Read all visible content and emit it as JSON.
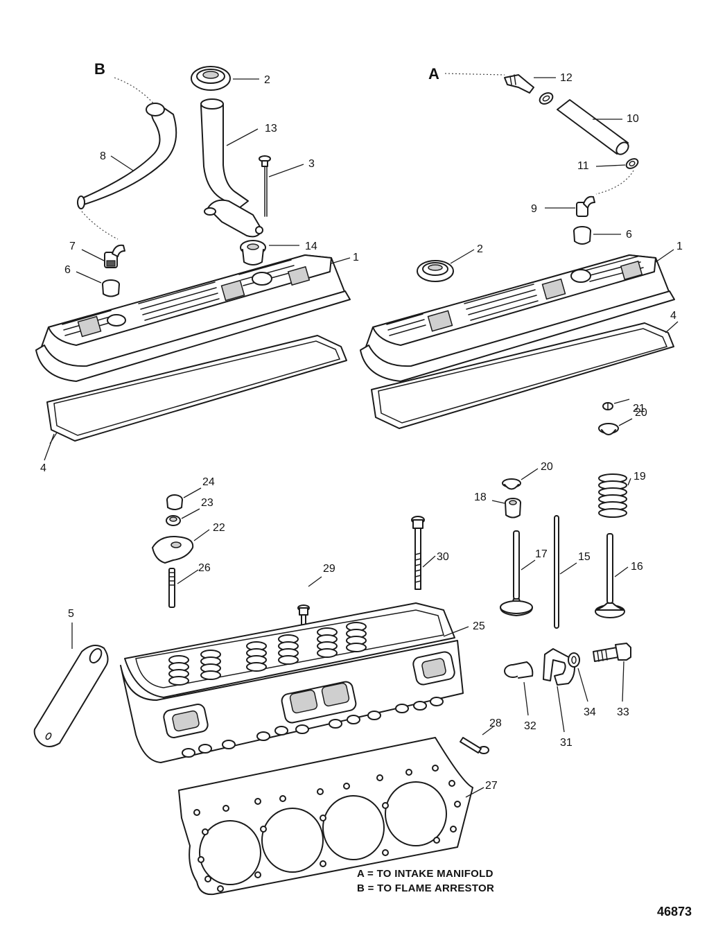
{
  "labels": {
    "A": "A",
    "B": "B",
    "n1": "1",
    "n2": "2",
    "n3": "3",
    "n4": "4",
    "n5": "5",
    "n6": "6",
    "n7": "7",
    "n8": "8",
    "n9": "9",
    "n10": "10",
    "n11": "11",
    "n12": "12",
    "n13": "13",
    "n14": "14",
    "n15": "15",
    "n16": "16",
    "n17": "17",
    "n18": "18",
    "n19": "19",
    "n20": "20",
    "n21": "21",
    "n22": "22",
    "n23": "23",
    "n24": "24",
    "n25": "25",
    "n26": "26",
    "n27": "27",
    "n28": "28",
    "n29": "29",
    "n30": "30",
    "n31": "31",
    "n32": "32",
    "n33": "33",
    "n34": "34"
  },
  "legend": {
    "a": "A = TO INTAKE MANIFOLD",
    "b": "B = TO FLAME ARRESTOR"
  },
  "figure_id": "46873"
}
